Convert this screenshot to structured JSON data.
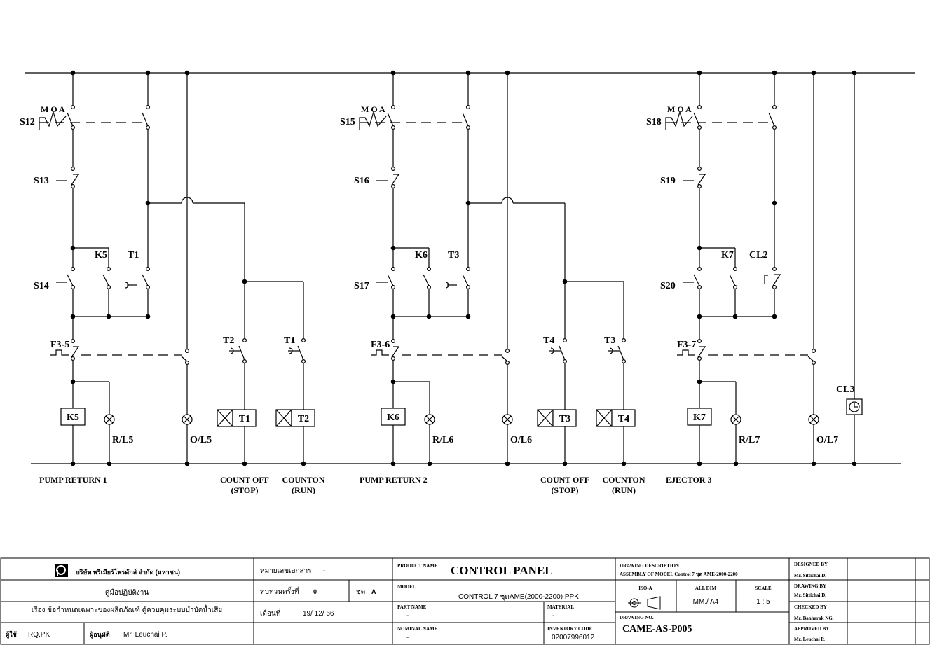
{
  "rungs": [
    {
      "id": "r1",
      "selector": "S12",
      "selector_pos": "M O A",
      "stop": "S13",
      "start": "S14",
      "hold_contact": "K5",
      "timer_contact": "T1",
      "overload": "F3-5",
      "coil": "K5",
      "run_lamp": "R/L5",
      "overload_lamp": "O/L5",
      "timer_a_contact": "T2",
      "timer_b_contact": "T1",
      "timer_a": "T1",
      "timer_b": "T2",
      "caption": "PUMP RETURN 1",
      "count_off": "COUNT OFF",
      "count_off_sub": "(STOP)",
      "count_on": "COUNTON",
      "count_on_sub": "(RUN)"
    },
    {
      "id": "r2",
      "selector": "S15",
      "selector_pos": "M O A",
      "stop": "S16",
      "start": "S17",
      "hold_contact": "K6",
      "timer_contact": "T3",
      "overload": "F3-6",
      "coil": "K6",
      "run_lamp": "R/L6",
      "overload_lamp": "O/L6",
      "timer_a_contact": "T4",
      "timer_b_contact": "T3",
      "timer_a": "T3",
      "timer_b": "T4",
      "caption": "PUMP RETURN 2",
      "count_off": "COUNT OFF",
      "count_off_sub": "(STOP)",
      "count_on": "COUNTON",
      "count_on_sub": "(RUN)"
    },
    {
      "id": "r3",
      "selector": "S18",
      "selector_pos": "M O A",
      "stop": "S19",
      "start": "S20",
      "hold_contact": "K7",
      "timer_contact": "CL2",
      "overload": "F3-7",
      "coil": "K7",
      "run_lamp": "R/L7",
      "overload_lamp": "O/L7",
      "clock": "CL3",
      "caption": "EJECTOR 3"
    }
  ],
  "title_block": {
    "company": "บริษัท พรีเมียร์โพรดักส์ จำกัด (มหาชน)",
    "manual": "คู่มือปฏิบัติงาน",
    "subject": "เรื่อง ข้อกำหนดเฉพาะของผลิตภัณฑ์ ตู้ควบคุมระบบบำบัดน้ำเสีย",
    "user_label": "ผู้ใช้",
    "user_value": "RQ,PK",
    "approver_label": "ผู้อนุมัติ",
    "approver_value": "Mr. Leuchai P.",
    "doc_no_label": "หมายเลขเอกสาร",
    "doc_no_value": "-",
    "revision_label": "ทบทวนครั้งที่",
    "revision_value": "0",
    "set_label": "ชุด",
    "set_value": "A",
    "month_label": "เดือนที่",
    "month_value": "19/ 12/ 66",
    "product_name_label": "PRODUCT NAME",
    "product_name_value": "CONTROL PANEL",
    "model_label": "MODEL",
    "model_value": "CONTROL 7 ชุดAME(2000-2200) PPK",
    "part_name_label": "PART NAME",
    "part_name_value": "-",
    "material_label": "MATERIAL",
    "material_value": "-",
    "nominal_name_label": "NOMINAL NAME",
    "nominal_name_value": "-",
    "inventory_code_label": "INVENTORY CODE",
    "inventory_code_value": "02007996012",
    "drawing_desc_label": "DRAWING DESCRIPTION",
    "drawing_desc_value": "ASSEMBLY OF MODEL Control 7 ชุด AME-2000-2200",
    "iso_label": "ISO-A",
    "all_dim_label": "ALL DIM",
    "all_dim_value": "MM./ A4",
    "scale_label": "SCALE",
    "scale_value": "1 : 5",
    "drawing_no_label": "DRAWING NO.",
    "drawing_no_value": "CAME-AS-P005",
    "designed_label": "DESIGNED BY",
    "designed_value": "Mr. Sittichai D.",
    "drawing_by_label": "DRAWING BY",
    "drawing_by_value": "Mr. Sittichai D.",
    "checked_label": "CHECKED BY",
    "checked_value": "Mr. Banharak NG.",
    "approved_label": "APPROVED BY",
    "approved_value": "Mr. Leuchai P."
  },
  "colors": {
    "line": "#000000",
    "background": "#ffffff"
  }
}
